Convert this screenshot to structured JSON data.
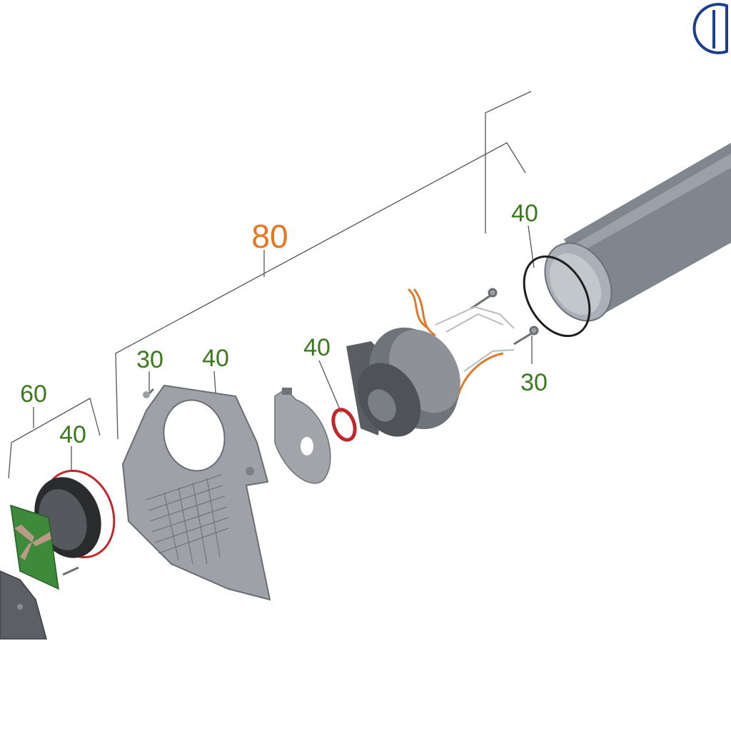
{
  "diagram": {
    "type": "exploded-parts-view",
    "callouts": [
      {
        "id": "c80",
        "label": "80",
        "color": "#e8741e"
      },
      {
        "id": "c60",
        "label": "60",
        "color": "#3a7a1c"
      },
      {
        "id": "c40-tube",
        "label": "40",
        "color": "#3a7a1c"
      },
      {
        "id": "c40-oring",
        "label": "40",
        "color": "#3a7a1c"
      },
      {
        "id": "c40-housing",
        "label": "40",
        "color": "#3a7a1c"
      },
      {
        "id": "c40-motor",
        "label": "40",
        "color": "#3a7a1c"
      },
      {
        "id": "c30-left",
        "label": "30",
        "color": "#3a7a1c"
      },
      {
        "id": "c30-right",
        "label": "30",
        "color": "#3a7a1c"
      }
    ]
  },
  "colors": {
    "leader": "#555555",
    "part_gray": "#8e9298",
    "part_dark": "#5a5e63",
    "tube": "#7f868e",
    "seal_red": "#c0282c",
    "wire_orange": "#e07a2a",
    "pcb_green": "#3c8a3a",
    "logo_blue": "#1a3f8f"
  },
  "logo": {
    "name": "brand-logo-icon"
  }
}
